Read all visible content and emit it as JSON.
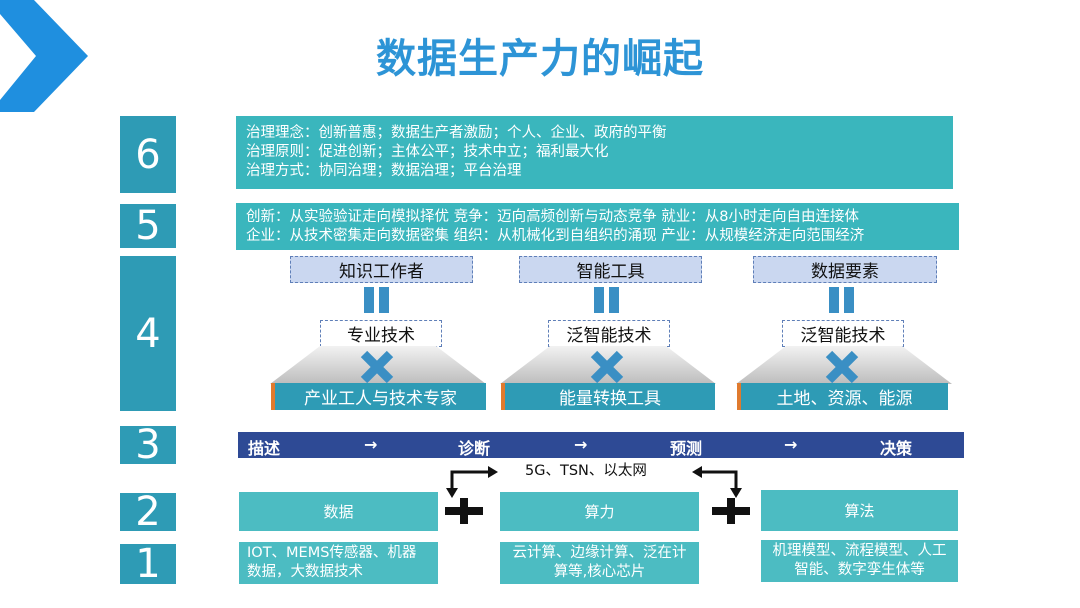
{
  "title": "数据生产力的崛起",
  "levels": {
    "n6": "6",
    "n5": "5",
    "n4": "4",
    "n3": "3",
    "n2": "2",
    "n1": "1"
  },
  "level6": {
    "lines": [
      "治理理念：创新普惠；数据生产者激励；个人、企业、政府的平衡",
      "治理原则：促进创新；主体公平；技术中立；福利最大化",
      "治理方式：协同治理；数据治理；平台治理"
    ]
  },
  "level5": {
    "lines": [
      "创新：从实验验证走向模拟择优  竞争：迈向高频创新与动态竞争  就业：从8小时走向自由连接体",
      "企业：从技术密集走向数据密集  组织：从机械化到自组织的涌现  产业：从规模经济走向范围经济"
    ]
  },
  "level4": {
    "columns": [
      {
        "top": "知识工作者",
        "mid": "专业技术",
        "base": "产业工人与技术专家"
      },
      {
        "top": "智能工具",
        "mid": "泛智能技术",
        "base": "能量转换工具"
      },
      {
        "top": "数据要素",
        "mid": "泛智能技术",
        "base": "土地、资源、能源"
      }
    ]
  },
  "level3": {
    "steps": [
      "描述",
      "诊断",
      "预测",
      "决策"
    ],
    "arrow": "→"
  },
  "network_label": "5G、TSN、以太网",
  "level2": {
    "items": [
      "数据",
      "算力",
      "算法"
    ]
  },
  "level1": {
    "items": [
      "IOT、MEMS传感器、机器数据，大数据技术",
      "云计算、边缘计算、泛在计算等,核心芯片",
      "机理模型、流程模型、人工智能、数字孪生体等"
    ]
  },
  "colors": {
    "title": "#2d94d6",
    "teal": "#2e9bb5",
    "light_teal": "#3ab6bd",
    "navy": "#2e4a95",
    "lavender": "#cad7f0",
    "cross": "#3a8fc4"
  }
}
